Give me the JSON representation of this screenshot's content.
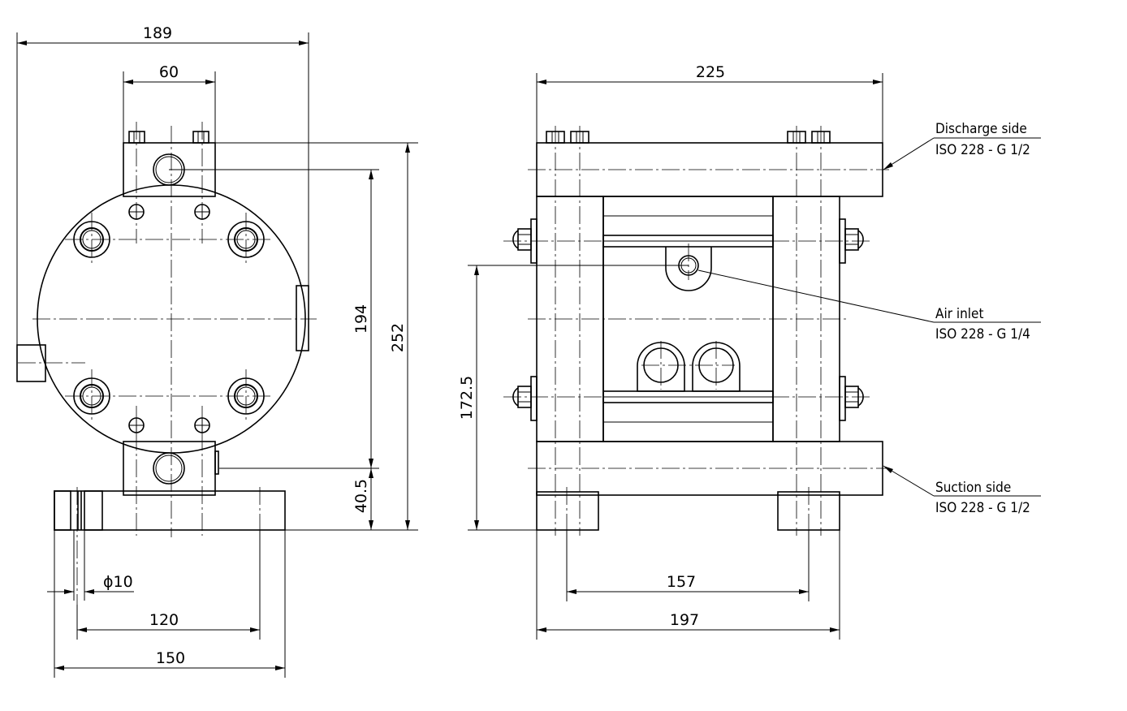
{
  "dimensions": {
    "front_overall_width": "189",
    "front_flange_width": "60",
    "front_center_height": "194",
    "front_total_height": "252",
    "front_base_height": "40.5",
    "hole_diameter": "ϕ10",
    "base_hole_spacing": "120",
    "base_width": "150",
    "side_overall_width": "225",
    "side_inlet_height": "172.5",
    "side_feet_spacing": "157",
    "side_feet_outer": "197"
  },
  "callouts": {
    "discharge_title": "Discharge side",
    "discharge_spec": "ISO 228 - G 1/2",
    "air_title": "Air inlet",
    "air_spec": "ISO 228 - G 1/4",
    "suction_title": "Suction side",
    "suction_spec": "ISO 228 - G 1/2"
  }
}
